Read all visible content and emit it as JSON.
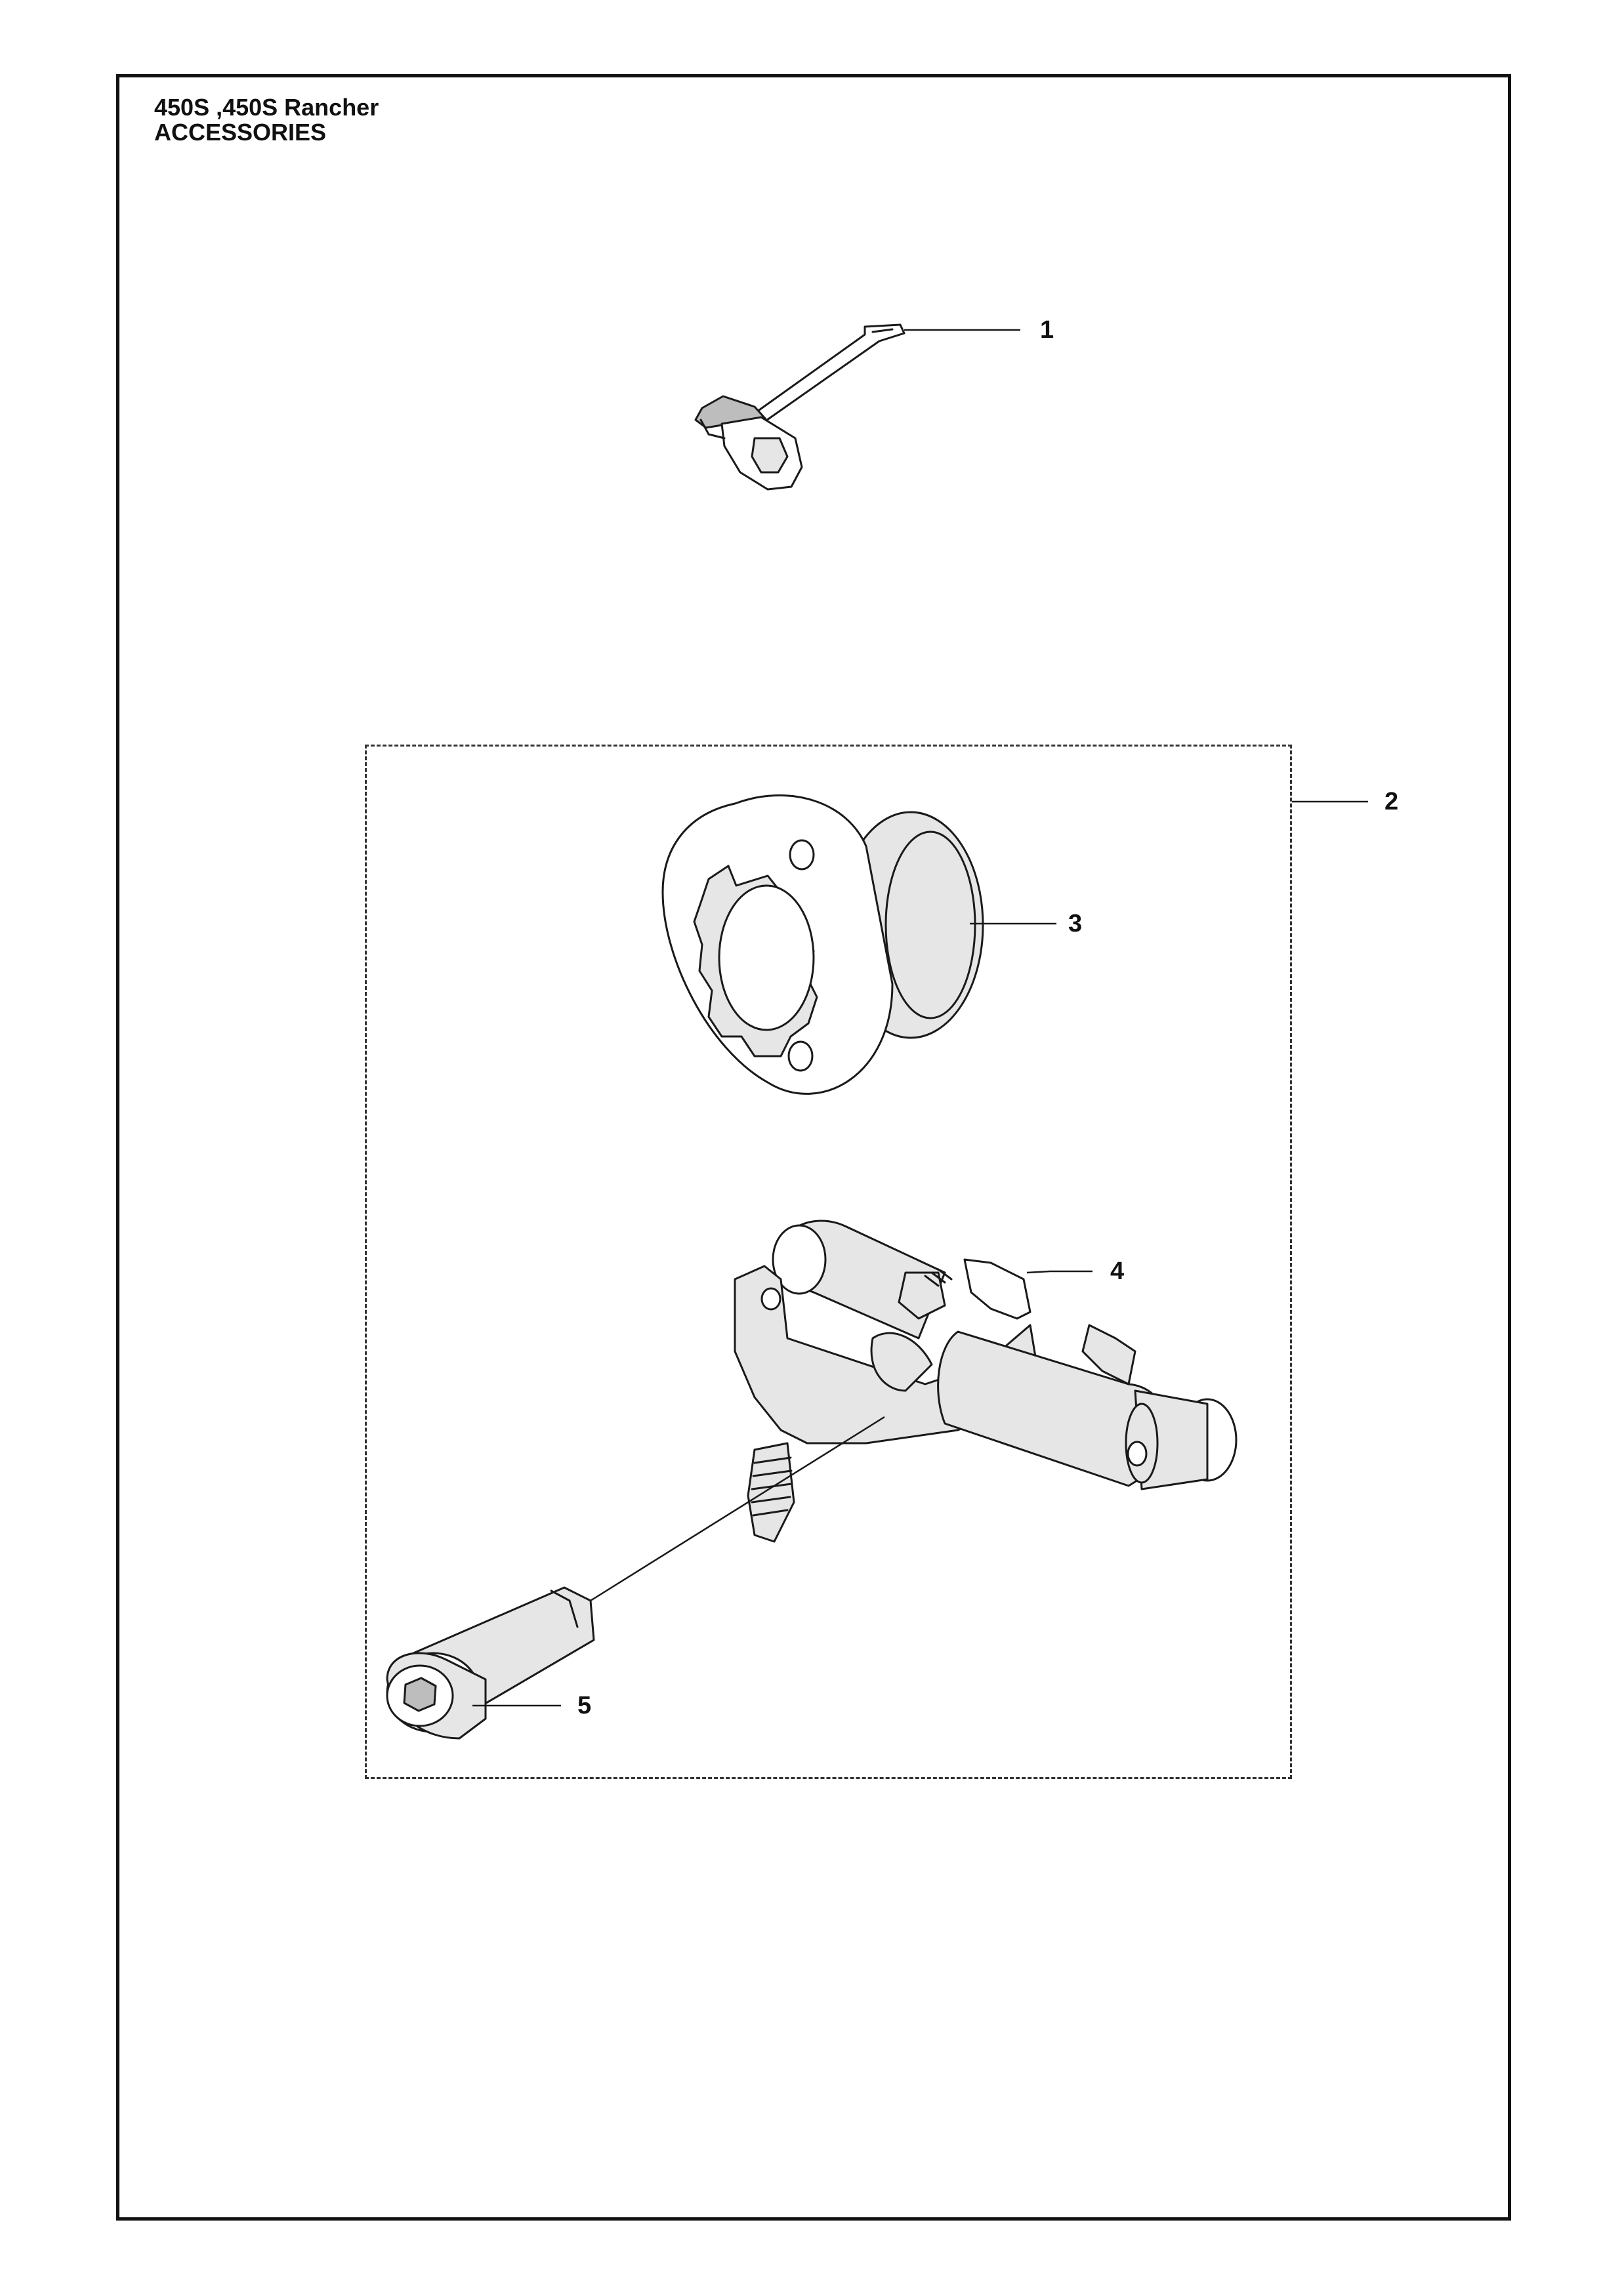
{
  "header": {
    "model": "450S ,450S Rancher",
    "section": "ACCESSORIES"
  },
  "callouts": [
    {
      "id": "1",
      "label": "1"
    },
    {
      "id": "2",
      "label": "2"
    },
    {
      "id": "3",
      "label": "3"
    },
    {
      "id": "4",
      "label": "4"
    },
    {
      "id": "5",
      "label": "5"
    }
  ],
  "parts": [
    {
      "callout": "1",
      "icon": "combination-wrench-icon"
    },
    {
      "callout": "2",
      "icon": "kit-group-icon"
    },
    {
      "callout": "3",
      "icon": "rim-sprocket-icon"
    },
    {
      "callout": "4",
      "icon": "chain-tensioner-icon"
    },
    {
      "callout": "5",
      "icon": "socket-head-screw-icon"
    }
  ]
}
